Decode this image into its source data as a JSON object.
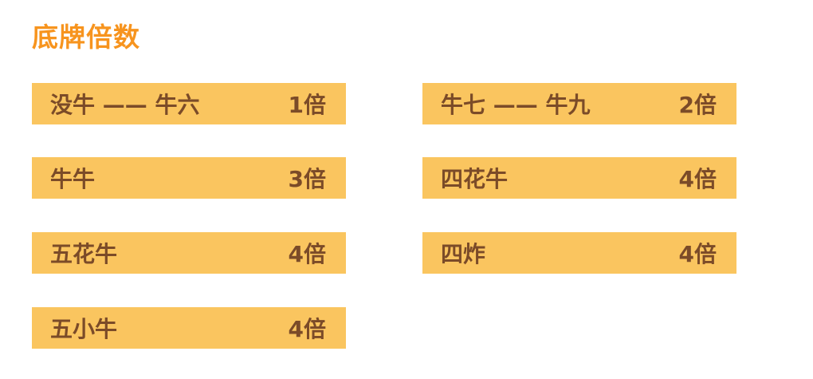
{
  "title": "底牌倍数",
  "colors": {
    "title_color": "#F7941E",
    "bar_bg": "#FAC55F",
    "bar_text": "#7B4B28",
    "page_bg": "#FFFFFF"
  },
  "multiplier_table": {
    "left_column": [
      {
        "hand": "没牛 —— 牛六",
        "multiplier": "1倍"
      },
      {
        "hand": "牛牛",
        "multiplier": "3倍"
      },
      {
        "hand": "五花牛",
        "multiplier": "4倍"
      },
      {
        "hand": "五小牛",
        "multiplier": "4倍"
      }
    ],
    "right_column": [
      {
        "hand": "牛七 —— 牛九",
        "multiplier": "2倍"
      },
      {
        "hand": "四花牛",
        "multiplier": "4倍"
      },
      {
        "hand": "四炸",
        "multiplier": "4倍"
      }
    ]
  }
}
